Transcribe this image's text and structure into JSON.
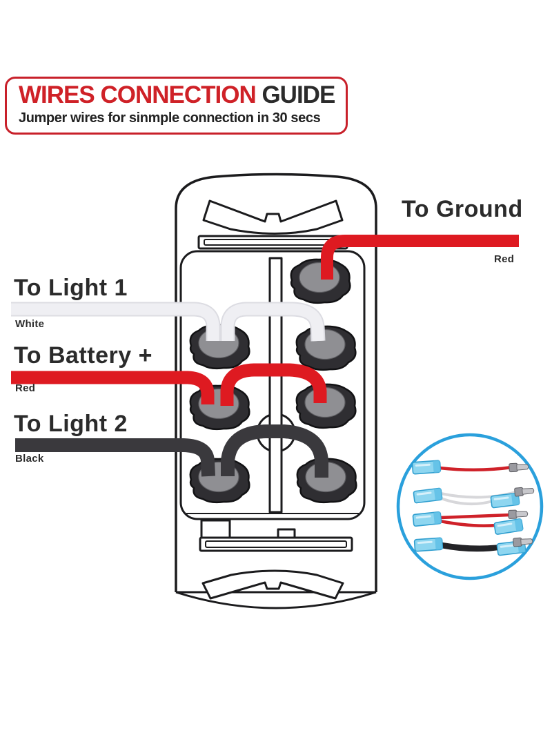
{
  "header": {
    "title_red": "WIRES CONNECTION",
    "title_dark": " GUIDE",
    "subtitle": "Jumper wires for sinmple connection in 30 secs"
  },
  "wire_labels": {
    "ground": {
      "title": "To Ground",
      "wire_color_name": "Red"
    },
    "light1": {
      "title": "To Light 1",
      "wire_color_name": "White"
    },
    "battery": {
      "title": "To Battery +",
      "wire_color_name": "Red"
    },
    "light2": {
      "title": "To Light 2",
      "wire_color_name": "Black"
    }
  },
  "colors": {
    "accent_red": "#cf2127",
    "box_border_red": "#c8202a",
    "wire_red": "#de1a21",
    "wire_white": "#efeff3",
    "wire_white_edge": "#dcdce2",
    "wire_black": "#3a393d",
    "text_dark": "#2b2b2b",
    "outline": "#1b1b1d",
    "terminal_dark": "#2f2e32",
    "terminal_gray": "#8f8f93",
    "inset_border_blue": "#2aa0dc",
    "connector_blue": "#8ed6f0",
    "photo_red": "#cf2129",
    "photo_white": "#d7d7da",
    "photo_black": "#232327"
  },
  "diagram": {
    "switch_terminal_count": 7,
    "connections": [
      {
        "label": "To Ground",
        "wire": "Red",
        "route": "single wire to top-right terminal"
      },
      {
        "label": "To Light 1",
        "wire": "White",
        "route": "jumper across the two middle-upper terminals"
      },
      {
        "label": "To Battery +",
        "wire": "Red",
        "route": "jumper across the two middle-lower terminals"
      },
      {
        "label": "To Light 2",
        "wire": "Black",
        "route": "jumper across the two bottom terminals"
      }
    ]
  },
  "inset": {
    "jumpers": [
      {
        "name": "red single jumper"
      },
      {
        "name": "white double jumper"
      },
      {
        "name": "red double jumper"
      },
      {
        "name": "black double jumper"
      }
    ]
  }
}
